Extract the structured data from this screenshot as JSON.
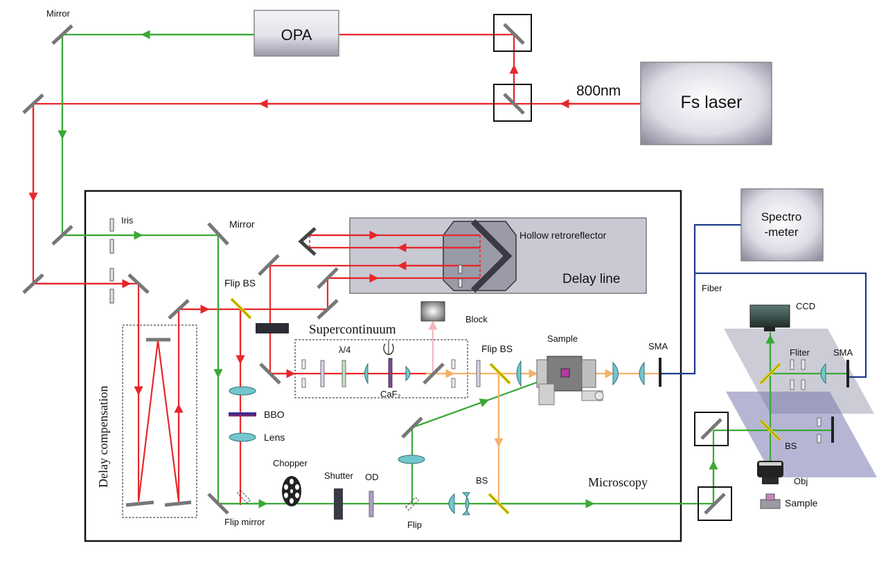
{
  "sources": {
    "opa": "OPA",
    "fs_laser": "Fs laser",
    "wavelength": "800nm",
    "spectrometer_line1": "Spectro",
    "spectrometer_line2": "-meter"
  },
  "labels": {
    "mirror_top": "Mirror",
    "mirror_inner": "Mirror",
    "iris": "Iris",
    "flip_bs_left": "Flip BS",
    "flip_bs_right": "Flip BS",
    "hollow_retroreflector": "Hollow retroreflector",
    "delay_line": "Delay line",
    "supercontinuum": "Supercontinuum",
    "block": "Block",
    "lambda_quarter": "λ/4",
    "caf2": "CaF₂",
    "sample_center": "Sample",
    "sma_center": "SMA",
    "fiber": "Fiber",
    "ccd": "CCD",
    "filter": "Fliter",
    "sma_right": "SMA",
    "bs_right": "BS",
    "obj": "Obj",
    "sample_right": "Sample",
    "bbo": "BBO",
    "lens": "Lens",
    "delay_compensation": "Delay compensation",
    "chopper": "Chopper",
    "shutter": "Shutter",
    "od": "OD",
    "bs_bottom": "BS",
    "microscopy": "Microscopy",
    "flip_mirror": "Flip mirror",
    "flip": "Flip"
  },
  "colors": {
    "red_beam": "#e8262a",
    "green_beam": "#3aa935",
    "orange_beam": "#f5b26b",
    "pink_beam": "#f4b6bd",
    "fiber": "#1b3b8c",
    "box_frame": "#111111",
    "delay_panel": "#c9c9d4"
  }
}
